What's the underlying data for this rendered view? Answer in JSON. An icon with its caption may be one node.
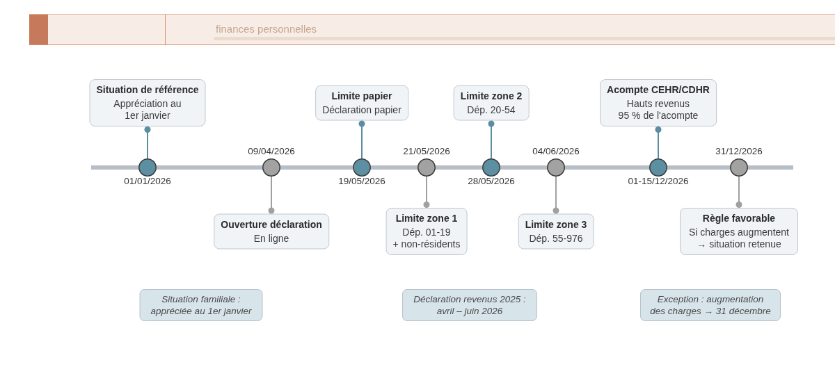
{
  "diagram": {
    "nodes": [
      {
        "text": [
          "Situation de référence",
          "Appréciation au 1er janvier"
        ]
      },
      {
        "text": [
          "Limite papier",
          "Déclaration papier"
        ]
      },
      {
        "text": [
          "Limite zone 2",
          "Dép. 20-54"
        ]
      },
      {
        "text": [
          "Acompte CEHR/CDHR",
          "Hauts revenus",
          "95 % de l'acompte"
        ]
      },
      {
        "text": [],
        "shape": "circle",
        "beside": [
          "01/01/2026"
        ]
      },
      {
        "text": [],
        "shape": "circle",
        "beside": [
          "09/04/2026"
        ]
      },
      {
        "text": [],
        "shape": "circle",
        "beside": [
          "19/05/2026"
        ]
      },
      {
        "text": [],
        "shape": "circle",
        "beside": [
          "21/05/2026"
        ]
      },
      {
        "text": [],
        "shape": "circle",
        "beside": [
          "28/05/2026"
        ]
      },
      {
        "text": [],
        "shape": "circle",
        "beside": [
          "04/06/2026"
        ]
      },
      {
        "text": [],
        "shape": "circle",
        "beside": [
          "01-15/12/2026"
        ]
      },
      {
        "text": [],
        "shape": "circle",
        "beside": [
          "31/12/2026"
        ]
      },
      {
        "text": [
          "Ouverture déclaration",
          "En ligne"
        ]
      },
      {
        "text": [
          "Limite zone 1",
          "Dép. 01-19",
          "+ non-résidents"
        ]
      },
      {
        "text": [
          "Limite zone 3",
          "Dép. 55-976"
        ]
      },
      {
        "text": [
          "Règle favorable",
          "Si charges augmentent → situation retenue"
        ]
      },
      {
        "text": [
          "Situation familiale : appréciée au 1er janvier"
        ]
      },
      {
        "text": [
          "Déclaration revenus 2025 : avril – juin 2026"
        ]
      },
      {
        "text": [
          "Exception : augmentation des charges → 31 décembre"
        ]
      }
    ],
    "edges": [
      {
        "from": 4,
        "to": 0,
        "arrow": "other",
        "color": "#5a8d9f"
      },
      {
        "from": 5,
        "to": 12,
        "arrow": "other",
        "color": "#a0a0a0"
      },
      {
        "from": 6,
        "to": 1,
        "arrow": "other",
        "color": "#5a8d9f"
      },
      {
        "from": 7,
        "to": 13,
        "arrow": "other",
        "color": "#a0a0a0"
      },
      {
        "from": 8,
        "to": 2,
        "arrow": "other",
        "color": "#5a8d9f"
      },
      {
        "from": 9,
        "to": 14,
        "arrow": "other",
        "color": "#a0a0a0"
      },
      {
        "from": 10,
        "to": 3,
        "arrow": "other",
        "color": "#5a8d9f"
      },
      {
        "from": 11,
        "to": 15,
        "arrow": "other",
        "color": "#a0a0a0"
      }
    ],
    "labels": [
      "finances personnelles"
    ]
  }
}
